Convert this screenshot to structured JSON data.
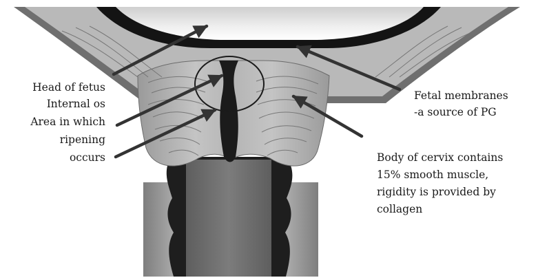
{
  "labels": {
    "head_of_fetus": "Head of fetus",
    "internal_os": "Internal os",
    "ripening_area": [
      "Area in which",
      "ripening",
      "occurs"
    ],
    "fetal_membranes": [
      "Fetal membranes",
      "-a source of PG"
    ],
    "cervix_body": [
      "Body of cervix contains",
      "15% smooth muscle,",
      "rigidity is provided by",
      "collagen"
    ]
  }
}
